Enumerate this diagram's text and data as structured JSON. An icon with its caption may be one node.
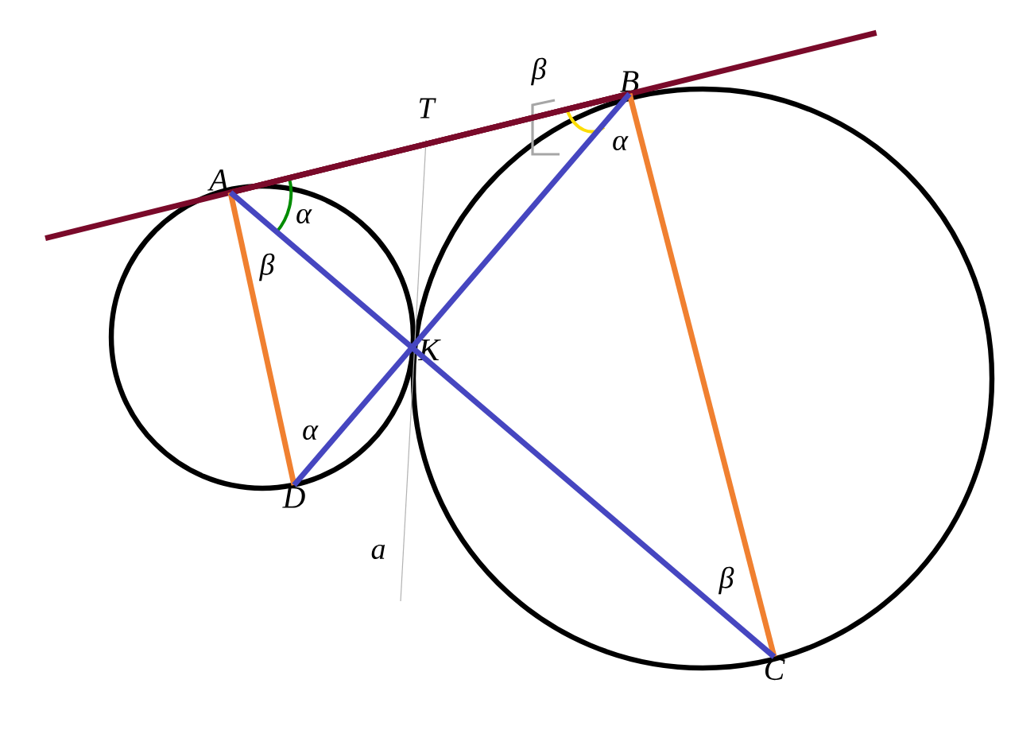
{
  "diagram": {
    "nodes": [
      {
        "text": [
          "A"
        ]
      },
      {
        "text": [
          "B"
        ]
      },
      {
        "text": [
          "C"
        ]
      },
      {
        "text": [
          "D"
        ]
      },
      {
        "text": [
          "K"
        ]
      }
    ],
    "edges": [
      {
        "from": 0,
        "to": 1,
        "arrow": "none",
        "color": "#7a0a2a"
      },
      {
        "from": 0,
        "to": 3,
        "arrow": "none",
        "color": "#f08030"
      },
      {
        "from": 1,
        "to": 2,
        "arrow": "none",
        "color": "#f08030"
      },
      {
        "from": 0,
        "to": 2,
        "arrow": "none",
        "color": "#4646c0"
      },
      {
        "from": 1,
        "to": 3,
        "arrow": "none",
        "color": "#4646c0"
      }
    ],
    "labels": [
      "T",
      "β",
      "α",
      "α",
      "β",
      "α",
      "a",
      "β"
    ]
  }
}
